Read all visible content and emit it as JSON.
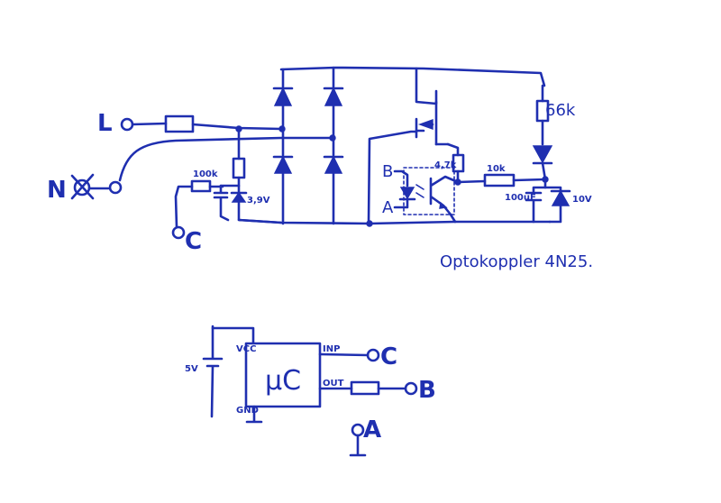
{
  "labels": {
    "line": "L",
    "neutral": "N",
    "out_c": "C",
    "r_100k": "100k",
    "zener_39v": "3,9V",
    "pin_b": "B",
    "pin_a": "A",
    "r_47k": "4,7k",
    "r_10k": "10k",
    "cap_100uf": "100uF",
    "r_66k": "66k",
    "zener_10v": "10V",
    "optocoupler_note": "Optokoppler 4N25.",
    "supply_5v": "5V",
    "vcc": "VCC",
    "gnd": "GND",
    "inp": "INP",
    "out": "OUT",
    "mcu": "μC",
    "mc_c": "C",
    "mc_b": "B",
    "mc_a": "A"
  }
}
